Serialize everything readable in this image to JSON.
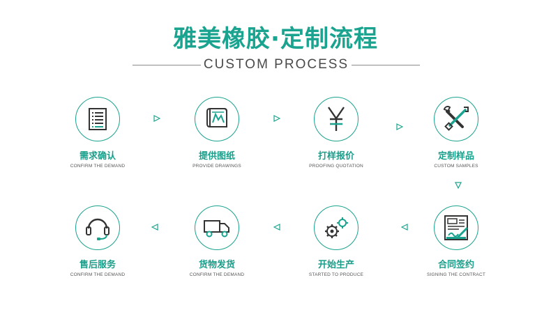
{
  "header": {
    "title": "雅美橡胶·定制流程",
    "subtitle": "CUSTOM PROCESS"
  },
  "colors": {
    "accent": "#1aa38f",
    "text_dark": "#333333"
  },
  "steps": [
    {
      "cn": "需求确认",
      "en": "CONFIRM THE DEMAND",
      "icon": "document-list-icon"
    },
    {
      "cn": "提供图纸",
      "en": "PROVIDE DRAWINGS",
      "icon": "blueprint-scroll-icon"
    },
    {
      "cn": "打样报价",
      "en": "PROOFING QUOTATION",
      "icon": "yuan-icon"
    },
    {
      "cn": "定制样品",
      "en": "CUSTOM SAMPLES",
      "icon": "wrench-screwdriver-icon"
    },
    {
      "cn": "合同签约",
      "en": "SIGNING THE CONTRACT",
      "icon": "contract-sign-icon"
    },
    {
      "cn": "开始生产",
      "en": "STARTED TO PRODUCE",
      "icon": "gears-icon"
    },
    {
      "cn": "货物发货",
      "en": "CONFIRM THE DEMAND",
      "icon": "delivery-truck-icon"
    },
    {
      "cn": "售后服务",
      "en": "CONFIRM THE DEMAND",
      "icon": "headset-icon"
    }
  ]
}
